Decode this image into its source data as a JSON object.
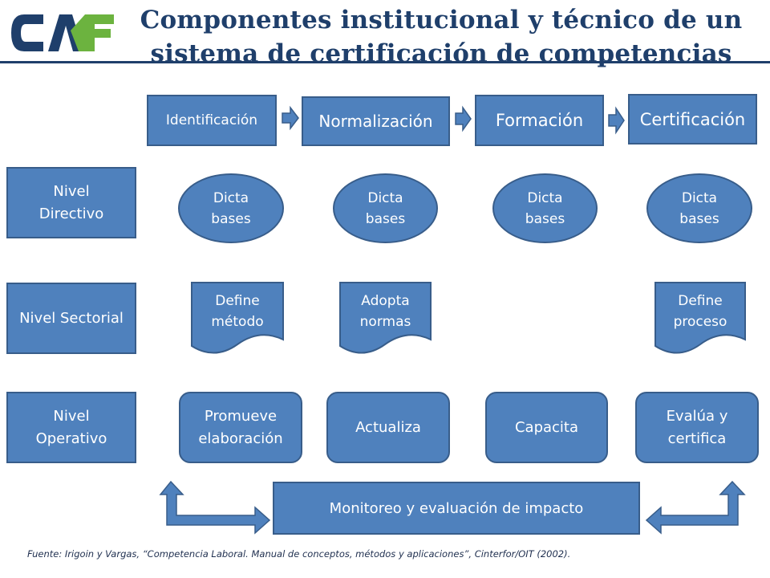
{
  "title": {
    "line1": "Componentes institucional y técnico de un",
    "line2": "sistema de certificación de competencias"
  },
  "logo": {
    "text": "CAF",
    "colors": {
      "dark": "#1f3f6b",
      "green": "#6cb33f"
    }
  },
  "stages": [
    "Identificación",
    "Normalización",
    "Formación",
    "Certificación"
  ],
  "levels": [
    "Nivel\nDirectivo",
    "Nivel Sectorial",
    "Nivel\nOperativo"
  ],
  "directivo": [
    "Dicta\nbases",
    "Dicta\nbases",
    "Dicta\nbases",
    "Dicta\nbases"
  ],
  "sectorial": [
    "Define\nmétodo",
    "Adopta\nnormas",
    "Define\nproceso"
  ],
  "operativo": [
    "Promueve\nelaboración",
    "Actualiza",
    "Capacita",
    "Evalúa y\ncertifica"
  ],
  "monitoring": "Monitoreo y evaluación de impacto",
  "source": "Fuente: Irigoin y Vargas, “Competencia Laboral. Manual de conceptos, métodos y aplicaciones”, Cinterfor/OIT (2002).",
  "colors": {
    "fill": "#4f81bd",
    "border": "#385d8a",
    "title": "#1f3f6b"
  }
}
